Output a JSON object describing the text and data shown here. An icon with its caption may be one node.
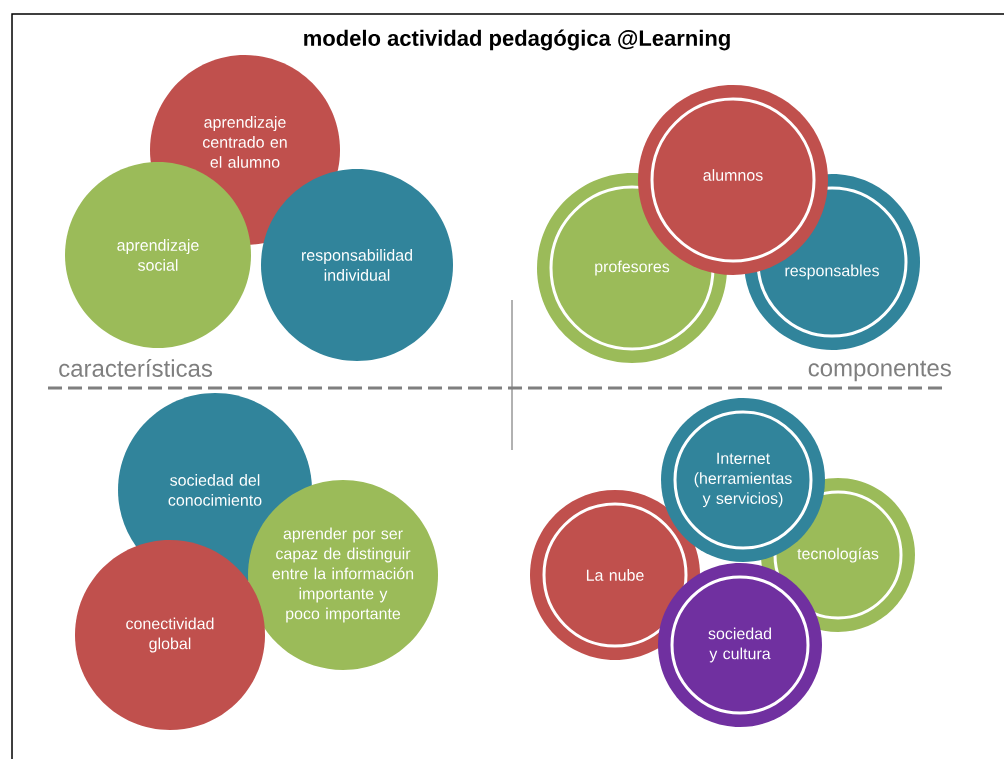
{
  "diagram": {
    "title": "modelo actividad pedagógica @Learning",
    "nodes": [
      {
        "text": [
          "aprendizaje centrado en el alumno"
        ]
      },
      {
        "text": [
          "aprendizaje social"
        ]
      },
      {
        "text": [
          "responsabilidad individual"
        ]
      },
      {
        "text": [
          "alumnos"
        ]
      },
      {
        "text": [
          "profesores"
        ]
      },
      {
        "text": [
          "responsables"
        ]
      },
      {
        "text": [
          "sociedad del conocimiento"
        ]
      },
      {
        "text": [
          "aprender por ser capaz de distinguir entre la información importante y poco importante"
        ]
      },
      {
        "text": [
          "conectividad global"
        ]
      },
      {
        "text": [
          "Internet (herramientas y servicios)"
        ]
      },
      {
        "text": [
          "tecnologías"
        ]
      },
      {
        "text": [
          "La nube"
        ]
      },
      {
        "text": [
          "sociedad y cultura"
        ]
      }
    ],
    "labels": [
      "características",
      "componentes"
    ]
  }
}
